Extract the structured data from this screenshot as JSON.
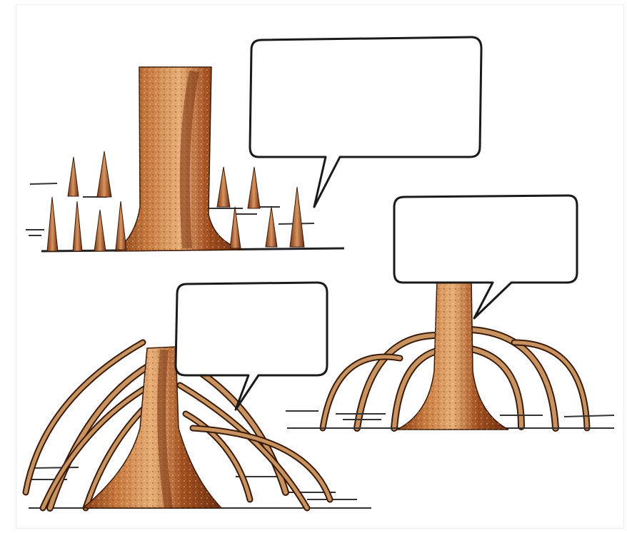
{
  "figure": {
    "bubbles": [
      {
        "id": "bubble-top",
        "text": ""
      },
      {
        "id": "bubble-right",
        "text": ""
      },
      {
        "id": "bubble-bottom",
        "text": ""
      }
    ],
    "colors": {
      "bark_dark": "#7a3512",
      "bark_mid": "#b8642f",
      "bark_light": "#e0a166",
      "outline": "#1a1a1a",
      "water": "#4a4a4a"
    }
  }
}
